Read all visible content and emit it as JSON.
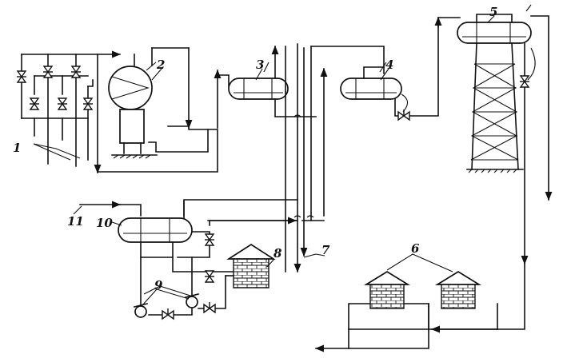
{
  "labels": {
    "p1": "1",
    "p2": "2",
    "p3": "3",
    "p4": "4",
    "p5": "5",
    "p6": "6",
    "p7": "7",
    "p8": "8",
    "p9": "9",
    "p10": "10",
    "p11": "11"
  }
}
